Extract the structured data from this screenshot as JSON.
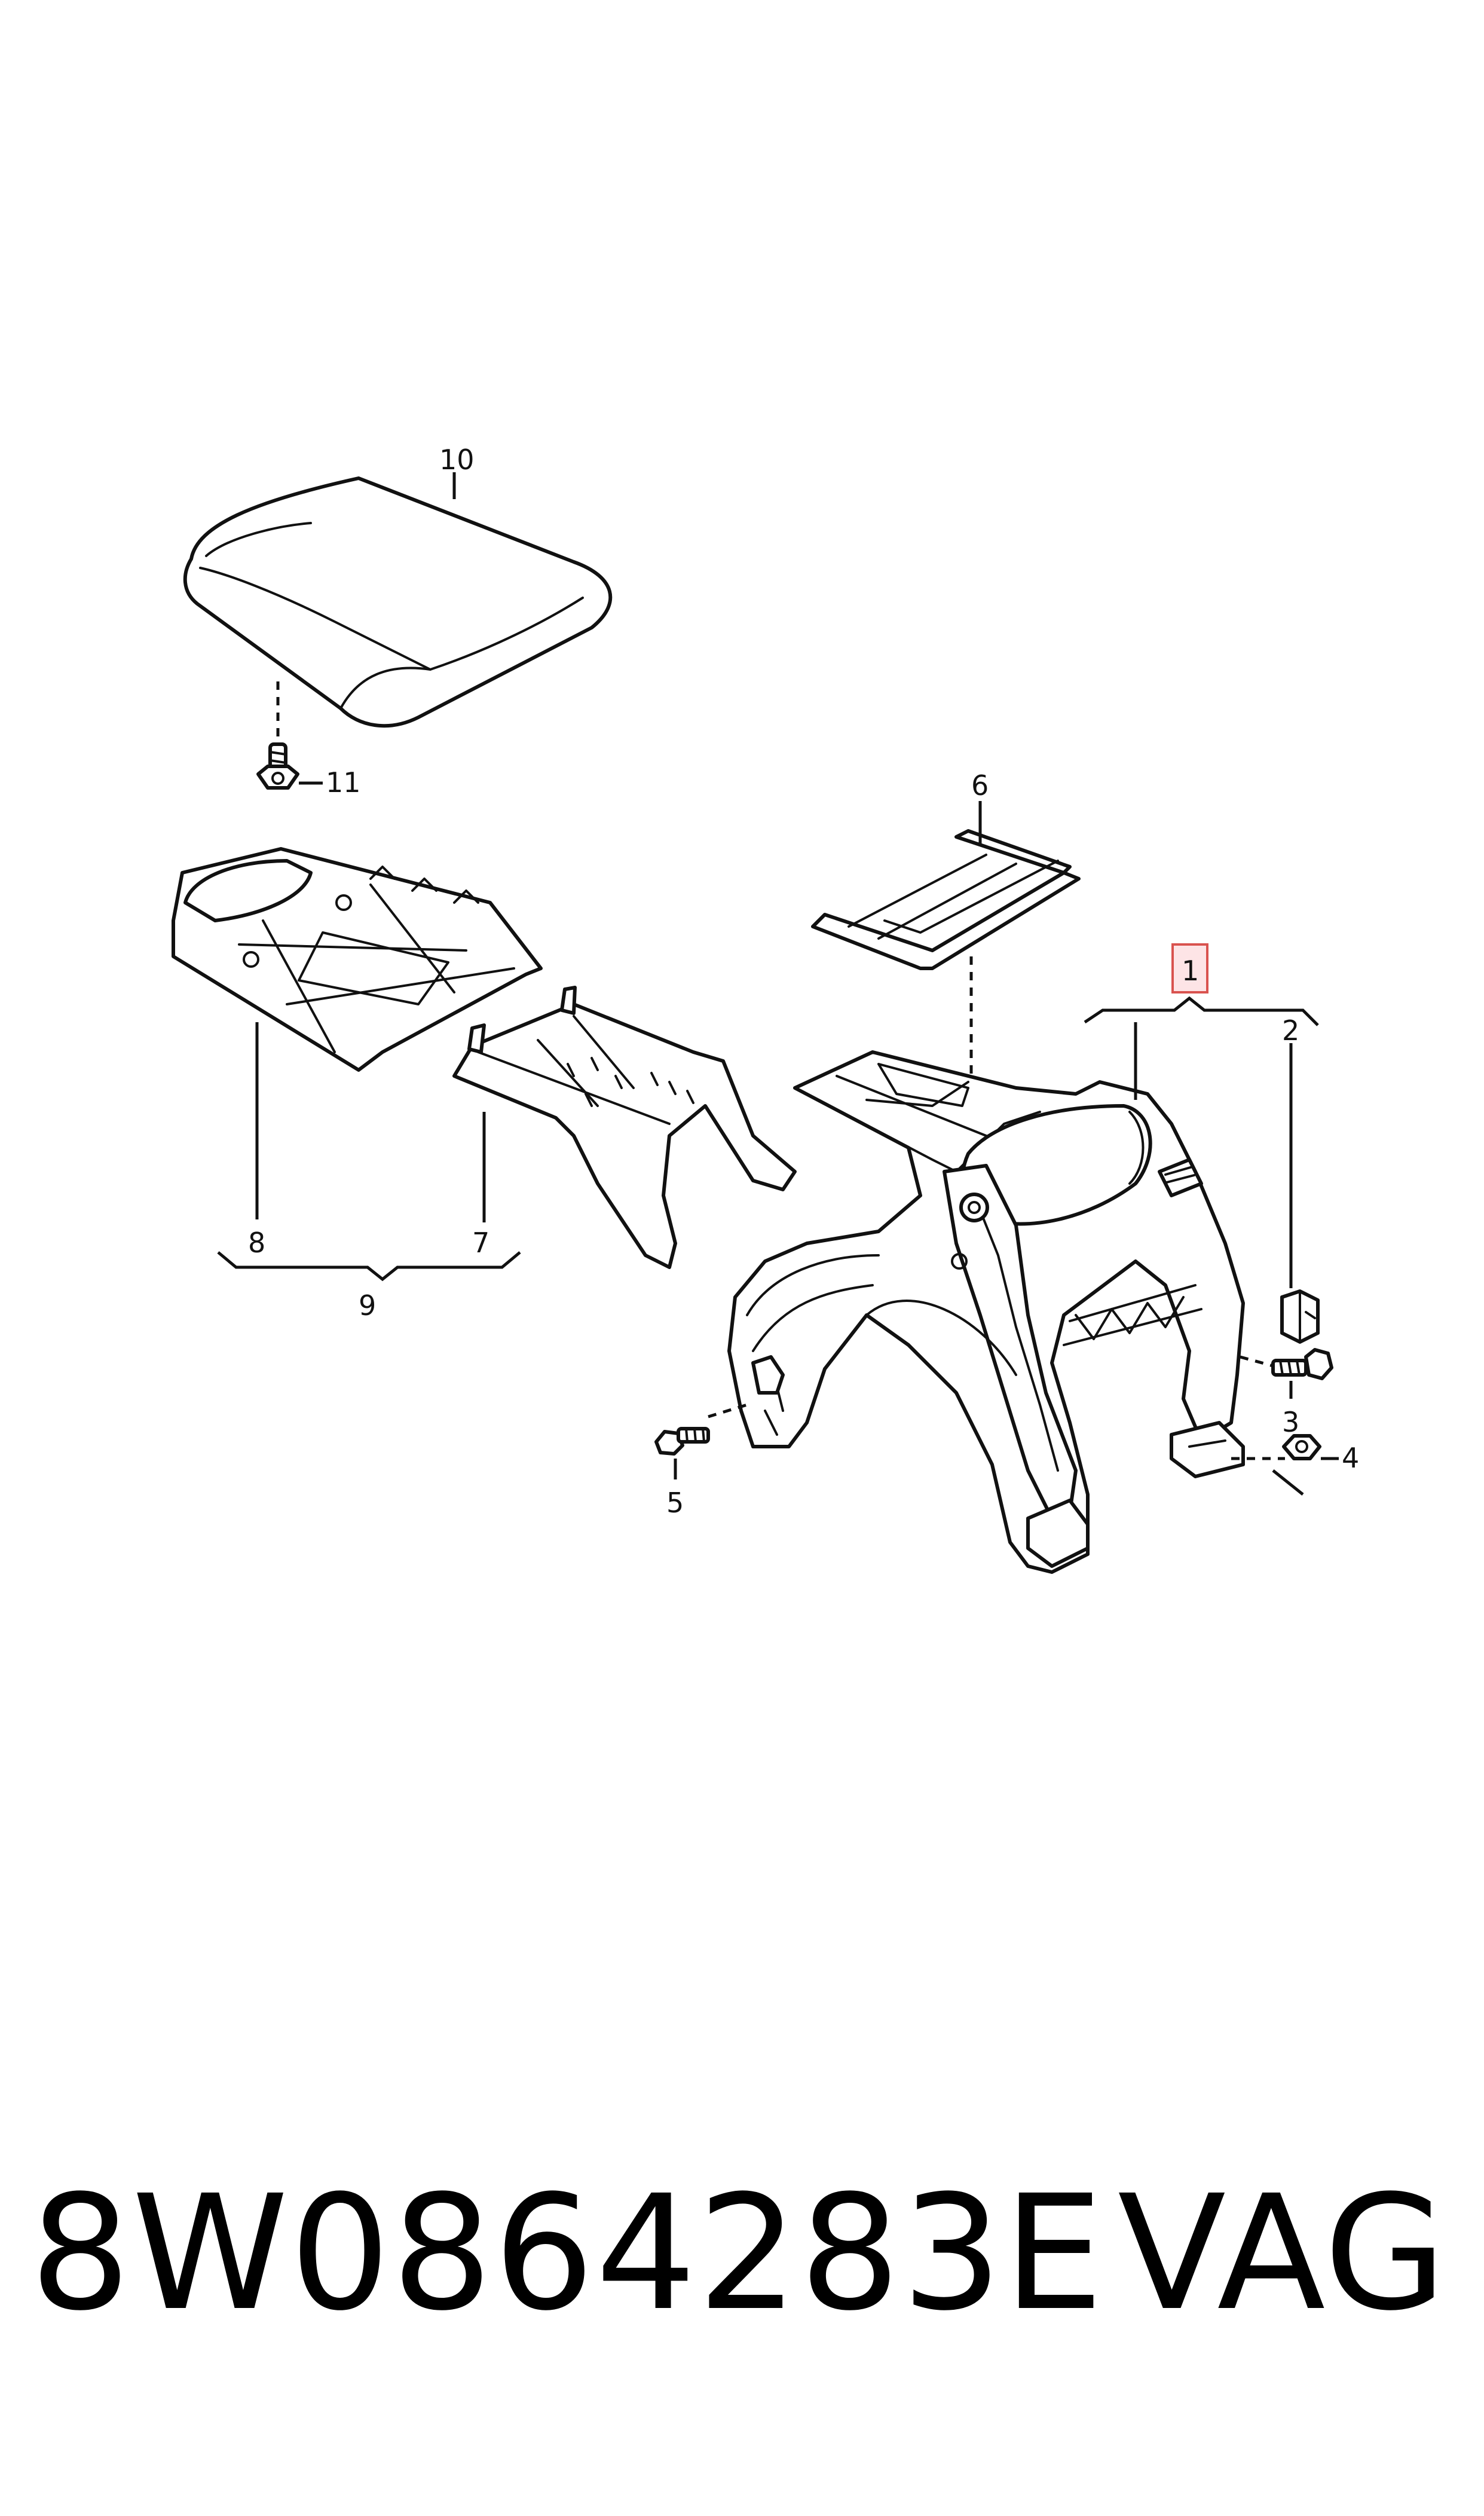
{
  "diagram": {
    "callouts": {
      "c1": "1",
      "c2": "2",
      "c3": "3",
      "c4": "4",
      "c5": "5",
      "c6": "6",
      "c7": "7",
      "c8": "8",
      "c9": "9",
      "c10": "10",
      "c11": "11"
    },
    "highlighted_callout": "1",
    "highlight_color": "#fde4e6"
  },
  "footer": {
    "part_number": "8W0864283E",
    "brand": "VAG"
  }
}
